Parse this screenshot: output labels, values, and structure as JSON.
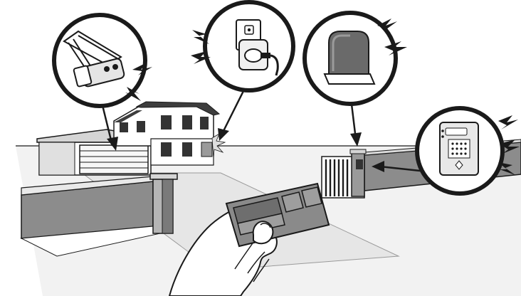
{
  "illustration": {
    "colors": {
      "ink": "#1a1a1a",
      "wall_gray": "#8c8c8c",
      "dark_gray": "#555555",
      "mid_gray": "#7a7a7a",
      "light_gray": "#d9d9d9",
      "ground": "#eeeeee",
      "white": "#ffffff"
    },
    "callouts": [
      {
        "device": "garage-door-opener-icon",
        "target": "garage"
      },
      {
        "device": "plug-in-light-module-icon",
        "target": "house-window"
      },
      {
        "device": "gate-operator-icon",
        "target": "gate"
      },
      {
        "device": "wall-keypad-intercom-icon",
        "target": "gate-post"
      }
    ],
    "remote": {
      "icon": "three-button-remote-icon",
      "button_count": 3
    }
  }
}
